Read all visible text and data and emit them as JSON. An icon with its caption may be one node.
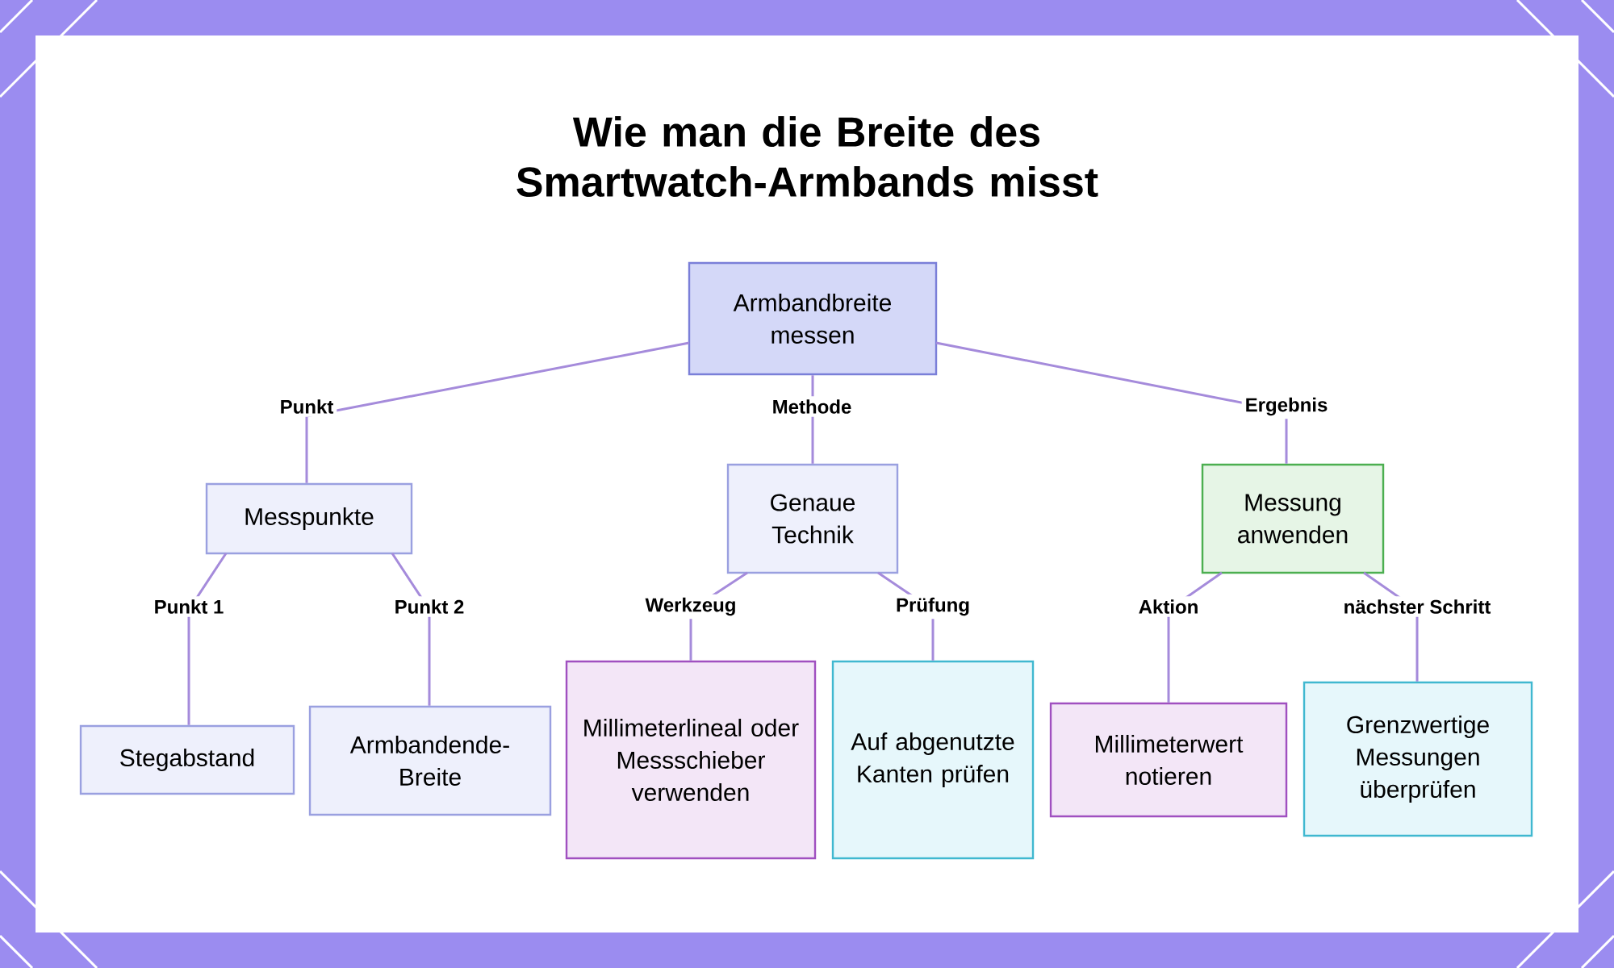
{
  "diagram": {
    "title": "Wie man die Breite des Smartwatch-Armbands misst",
    "nodes": [
      {
        "text": [
          "Armbandbreite messen"
        ]
      },
      {
        "text": [
          "Messpunkte"
        ]
      },
      {
        "text": [
          "Genaue Technik"
        ]
      },
      {
        "text": [
          "Messung anwenden"
        ]
      },
      {
        "text": [
          "Stegabstand"
        ]
      },
      {
        "text": [
          "Armbandende-Breite"
        ]
      },
      {
        "text": [
          "Millimeterlineal oder Messschieber verwenden"
        ]
      },
      {
        "text": [
          "Auf abgenutzte Kanten prüfen"
        ]
      },
      {
        "text": [
          "Millimeterwert notieren"
        ]
      },
      {
        "text": [
          "Grenzwertige Messungen überprüfen"
        ]
      }
    ],
    "edges": [
      {
        "from": 0,
        "to": 1,
        "arrow": "none",
        "label": "Punkt"
      },
      {
        "from": 0,
        "to": 2,
        "arrow": "none",
        "label": "Methode"
      },
      {
        "from": 0,
        "to": 3,
        "arrow": "none",
        "label": "Ergebnis"
      },
      {
        "from": 1,
        "to": 4,
        "arrow": "none",
        "label": "Punkt 1"
      },
      {
        "from": 1,
        "to": 5,
        "arrow": "none",
        "label": "Punkt 2"
      },
      {
        "from": 2,
        "to": 6,
        "arrow": "none",
        "label": "Werkzeug"
      },
      {
        "from": 2,
        "to": 7,
        "arrow": "none",
        "label": "Prüfung"
      },
      {
        "from": 3,
        "to": 8,
        "arrow": "none",
        "label": "Aktion"
      },
      {
        "from": 3,
        "to": 9,
        "arrow": "none",
        "label": "nächster Schritt"
      }
    ]
  }
}
